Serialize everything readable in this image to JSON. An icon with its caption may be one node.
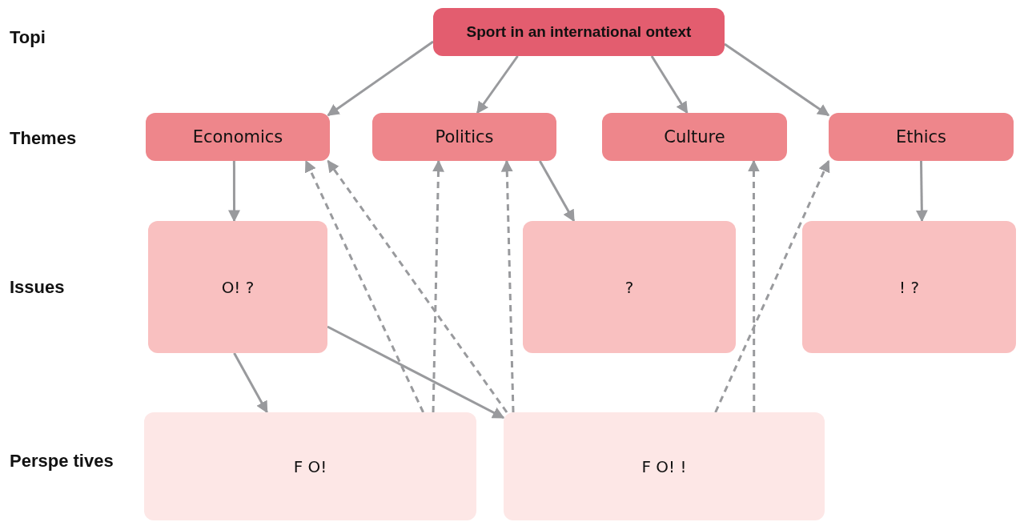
{
  "diagram": {
    "nodes": [
      {
        "text": [
          "Sport in an international  ontext"
        ]
      },
      {
        "text": [
          "Economics"
        ]
      },
      {
        "text": [
          "Politics"
        ]
      },
      {
        "text": [
          "Culture"
        ]
      },
      {
        "text": [
          "Ethics"
        ]
      },
      {
        "text": [
          "O! ?"
        ]
      },
      {
        "text": [
          "?"
        ]
      },
      {
        "text": [
          "! ?"
        ]
      },
      {
        "text": [
          "F O!"
        ]
      },
      {
        "text": [
          "F O! !"
        ]
      }
    ],
    "edges": [
      {
        "from": 0,
        "to": 1,
        "arrow": "to"
      },
      {
        "from": 0,
        "to": 2,
        "arrow": "to"
      },
      {
        "from": 0,
        "to": 3,
        "arrow": "to"
      },
      {
        "from": 0,
        "to": 4,
        "arrow": "to"
      },
      {
        "from": 1,
        "to": 5,
        "arrow": "to"
      },
      {
        "from": 2,
        "to": 6,
        "arrow": "to"
      },
      {
        "from": 4,
        "to": 7,
        "arrow": "to"
      },
      {
        "from": 5,
        "to": 8,
        "arrow": "to"
      },
      {
        "from": 5,
        "to": 9,
        "arrow": "to"
      },
      {
        "from": 8,
        "to": 1,
        "arrow": "to",
        "style": "dashed"
      },
      {
        "from": 8,
        "to": 2,
        "arrow": "to",
        "style": "dashed"
      },
      {
        "from": 9,
        "to": 1,
        "arrow": "to",
        "style": "dashed"
      },
      {
        "from": 9,
        "to": 2,
        "arrow": "to",
        "style": "dashed"
      },
      {
        "from": 9,
        "to": 4,
        "arrow": "to",
        "style": "dashed"
      },
      {
        "from": 9,
        "to": 3,
        "arrow": "to",
        "style": "dashed"
      }
    ],
    "labels": [
      "Topi",
      "Themes",
      "Issues",
      "Perspe tives"
    ]
  }
}
